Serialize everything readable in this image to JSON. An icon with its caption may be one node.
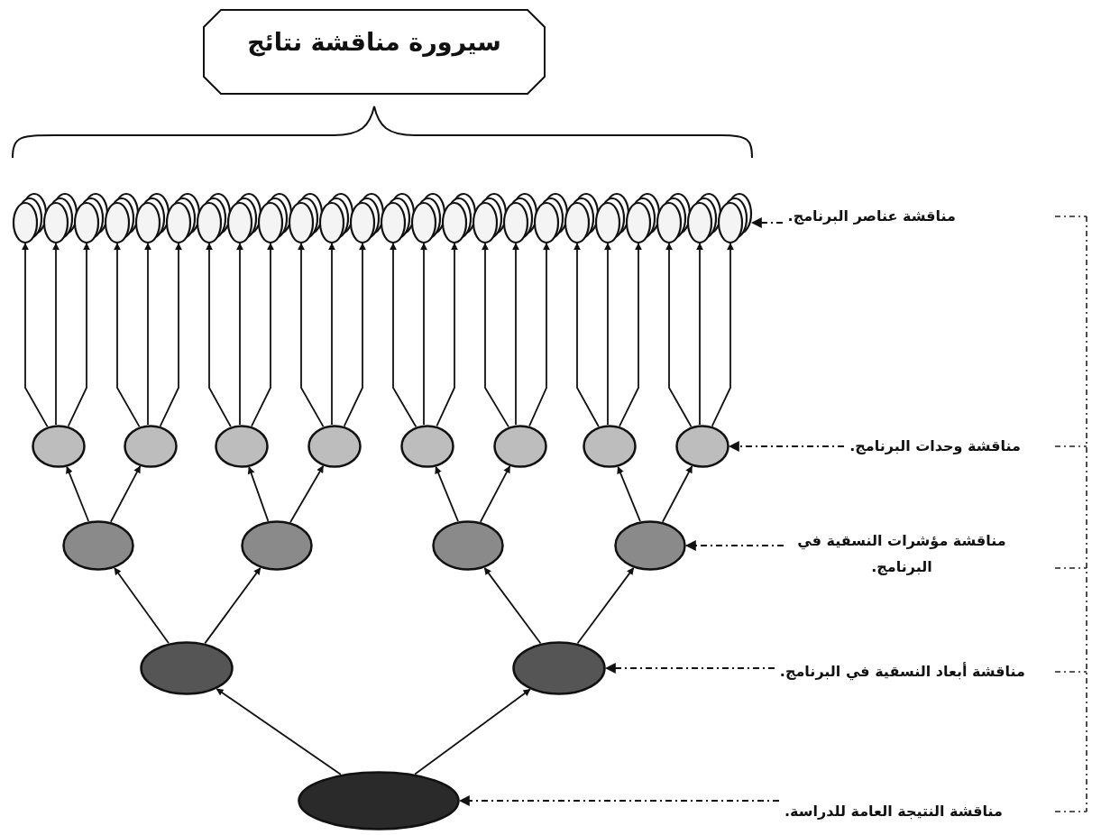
{
  "diagram": {
    "nodes": [
      {
        "text": [
          "سيرورة مناقشة نتائج"
        ]
      },
      {
        "text": [],
        "shape": "ellipse"
      },
      {
        "text": [],
        "shape": "ellipse"
      },
      {
        "text": [],
        "shape": "ellipse"
      },
      {
        "text": [],
        "shape": "ellipse"
      },
      {
        "text": [],
        "shape": "ellipse"
      },
      {
        "text": [],
        "shape": "ellipse"
      },
      {
        "text": [],
        "shape": "ellipse"
      },
      {
        "text": [],
        "shape": "ellipse"
      },
      {
        "text": [],
        "shape": "ellipse"
      },
      {
        "text": [],
        "shape": "ellipse"
      },
      {
        "text": [],
        "shape": "ellipse"
      },
      {
        "text": [],
        "shape": "ellipse"
      },
      {
        "text": [],
        "shape": "ellipse"
      },
      {
        "text": [],
        "shape": "ellipse"
      },
      {
        "text": [],
        "shape": "ellipse"
      },
      {
        "text": [],
        "shape": "ellipse"
      },
      {
        "text": [],
        "shape": "ellipse"
      },
      {
        "text": [],
        "shape": "ellipse"
      },
      {
        "text": [],
        "shape": "ellipse"
      },
      {
        "text": [],
        "shape": "ellipse"
      },
      {
        "text": [],
        "shape": "ellipse"
      },
      {
        "text": [],
        "shape": "ellipse"
      },
      {
        "text": [],
        "shape": "ellipse"
      },
      {
        "text": [],
        "shape": "ellipse"
      },
      {
        "text": [],
        "shape": "ellipse"
      },
      {
        "text": [],
        "shape": "ellipse"
      },
      {
        "text": [],
        "shape": "ellipse"
      },
      {
        "text": [],
        "shape": "ellipse"
      },
      {
        "text": [],
        "shape": "ellipse"
      },
      {
        "text": [],
        "shape": "ellipse"
      },
      {
        "text": [],
        "shape": "ellipse"
      },
      {
        "text": [],
        "shape": "ellipse"
      },
      {
        "text": [],
        "shape": "ellipse"
      },
      {
        "text": [],
        "shape": "ellipse"
      },
      {
        "text": [],
        "shape": "ellipse"
      },
      {
        "text": [],
        "shape": "ellipse"
      },
      {
        "text": [],
        "shape": "ellipse"
      },
      {
        "text": [],
        "shape": "ellipse"
      },
      {
        "text": [],
        "shape": "ellipse"
      },
      {
        "text": [
          "مناقشة عناصر البرنامج."
        ]
      },
      {
        "text": [
          "مناقشة وحدات البرنامج."
        ]
      },
      {
        "text": [
          "مناقشة مؤشرات النسقية في البرنامج."
        ]
      },
      {
        "text": [
          "مناقشة أبعاد النسقية في البرنامج."
        ]
      },
      {
        "text": [
          "مناقشة النتيجة العامة للدراسة."
        ]
      }
    ],
    "edges": [
      {
        "from": 1,
        "to": 2,
        "arrow": "to"
      },
      {
        "from": 1,
        "to": 3,
        "arrow": "to"
      },
      {
        "from": 2,
        "to": 4,
        "arrow": "to"
      },
      {
        "from": 2,
        "to": 5,
        "arrow": "to"
      },
      {
        "from": 3,
        "to": 6,
        "arrow": "to"
      },
      {
        "from": 3,
        "to": 7,
        "arrow": "to"
      },
      {
        "from": 4,
        "to": 8,
        "arrow": "to"
      },
      {
        "from": 4,
        "to": 9,
        "arrow": "to"
      },
      {
        "from": 5,
        "to": 10,
        "arrow": "to"
      },
      {
        "from": 5,
        "to": 11,
        "arrow": "to"
      },
      {
        "from": 6,
        "to": 12,
        "arrow": "to"
      },
      {
        "from": 6,
        "to": 13,
        "arrow": "to"
      },
      {
        "from": 7,
        "to": 14,
        "arrow": "to"
      },
      {
        "from": 7,
        "to": 15,
        "arrow": "to"
      },
      {
        "from": 8,
        "to": 16,
        "arrow": "to"
      },
      {
        "from": 8,
        "to": 17,
        "arrow": "to"
      },
      {
        "from": 8,
        "to": 18,
        "arrow": "to"
      },
      {
        "from": 9,
        "to": 19,
        "arrow": "to"
      },
      {
        "from": 9,
        "to": 20,
        "arrow": "to"
      },
      {
        "from": 9,
        "to": 21,
        "arrow": "to"
      },
      {
        "from": 10,
        "to": 22,
        "arrow": "to"
      },
      {
        "from": 10,
        "to": 23,
        "arrow": "to"
      },
      {
        "from": 10,
        "to": 24,
        "arrow": "to"
      },
      {
        "from": 11,
        "to": 25,
        "arrow": "to"
      },
      {
        "from": 11,
        "to": 26,
        "arrow": "to"
      },
      {
        "from": 11,
        "to": 27,
        "arrow": "to"
      },
      {
        "from": 12,
        "to": 28,
        "arrow": "to"
      },
      {
        "from": 12,
        "to": 29,
        "arrow": "to"
      },
      {
        "from": 12,
        "to": 30,
        "arrow": "to"
      },
      {
        "from": 13,
        "to": 31,
        "arrow": "to"
      },
      {
        "from": 13,
        "to": 32,
        "arrow": "to"
      },
      {
        "from": 13,
        "to": 33,
        "arrow": "to"
      },
      {
        "from": 14,
        "to": 34,
        "arrow": "to"
      },
      {
        "from": 14,
        "to": 35,
        "arrow": "to"
      },
      {
        "from": 14,
        "to": 36,
        "arrow": "to"
      },
      {
        "from": 15,
        "to": 37,
        "arrow": "to"
      },
      {
        "from": 15,
        "to": 38,
        "arrow": "to"
      },
      {
        "from": 15,
        "to": 39,
        "arrow": "to"
      },
      {
        "from": 40,
        "to": 39,
        "arrow": "to",
        "style": "dashed"
      },
      {
        "from": 41,
        "to": 15,
        "arrow": "to",
        "style": "dashed"
      },
      {
        "from": 42,
        "to": 7,
        "arrow": "to",
        "style": "dashed"
      },
      {
        "from": 43,
        "to": 3,
        "arrow": "to",
        "style": "dashed"
      },
      {
        "from": 44,
        "to": 1,
        "arrow": "to",
        "style": "dashed"
      }
    ]
  }
}
